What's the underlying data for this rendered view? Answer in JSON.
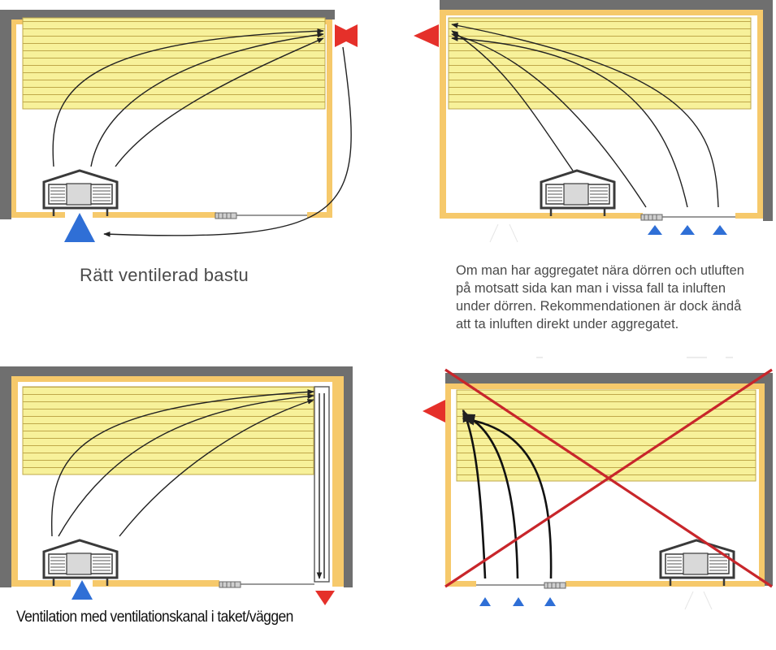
{
  "captions": {
    "panel1": "Rätt ventilerad bastu",
    "panel2_lines": [
      "Om man har aggregatet nära dörren och utluften",
      "på motsatt sida kan man i vissa fall ta inluften",
      "under dörren. Rekommendationen är dock ändå",
      "att ta inluften direkt under aggregatet."
    ],
    "panel3": "Ventilation med ventilationskanal i taket/väggen"
  },
  "colors": {
    "wall_outer": "#6f6f6f",
    "wall_inner": "#f6c96b",
    "bench": "#f6f08f",
    "bench_line": "#c9b04a",
    "inlet_arrow": "#2f6fd6",
    "outlet_arrow": "#e5302a",
    "cross": "#c8262b",
    "airflow": "#222222"
  },
  "icons": {
    "heater": "sauna-heater-icon",
    "inlet": "blue-inlet-arrow-icon",
    "outlet": "red-outlet-arrow-icon",
    "door": "door-threshold-icon"
  }
}
